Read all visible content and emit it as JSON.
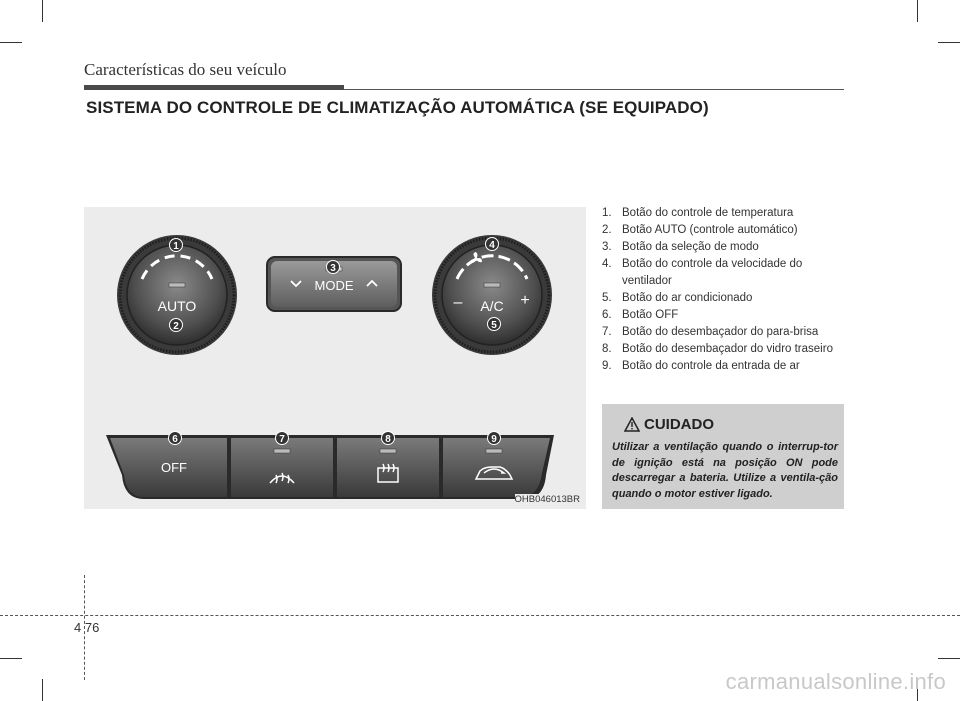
{
  "header": {
    "chapter": "Características do seu veículo"
  },
  "section": {
    "title": "SISTEMA DO CONTROLE DE CLIMATIZAÇÃO AUTOMÁTICA (SE EQUIPADO)"
  },
  "figure": {
    "code": "OHB046013BR",
    "panel_labels": {
      "auto": "AUTO",
      "mode": "MODE",
      "ac": "A/C",
      "off": "OFF",
      "minus": "–",
      "plus": "+"
    },
    "callouts": [
      "1",
      "2",
      "3",
      "4",
      "5",
      "6",
      "7",
      "8",
      "9"
    ],
    "icons": [
      "fan-icon",
      "windshield-defrost-icon",
      "rear-defrost-icon",
      "air-recirculation-icon",
      "chevron-down-icon",
      "chevron-up-icon"
    ]
  },
  "items": [
    {
      "num": "1.",
      "text": "Botão do controle de temperatura"
    },
    {
      "num": "2.",
      "text": "Botão AUTO (controle automático)"
    },
    {
      "num": "3.",
      "text": "Botão da seleção de modo"
    },
    {
      "num": "4.",
      "text": "Botão do controle da velocidade do ventilador"
    },
    {
      "num": "5.",
      "text": "Botão do ar condicionado"
    },
    {
      "num": "6.",
      "text": "Botão OFF"
    },
    {
      "num": "7.",
      "text": "Botão do desembaçador do para-brisa"
    },
    {
      "num": "8.",
      "text": "Botão do desembaçador do vidro traseiro"
    },
    {
      "num": "9.",
      "text": "Botão do controle da entrada de ar"
    }
  ],
  "caution": {
    "title": "CUIDADO",
    "text": "Utilizar a ventilação quando o interrup-tor de ignição está na posição ON pode descarregar a bateria. Utilize a ventila-ção quando o motor estiver ligado."
  },
  "footer": {
    "page": "4 76"
  },
  "watermark": "carmanualsonline.info"
}
